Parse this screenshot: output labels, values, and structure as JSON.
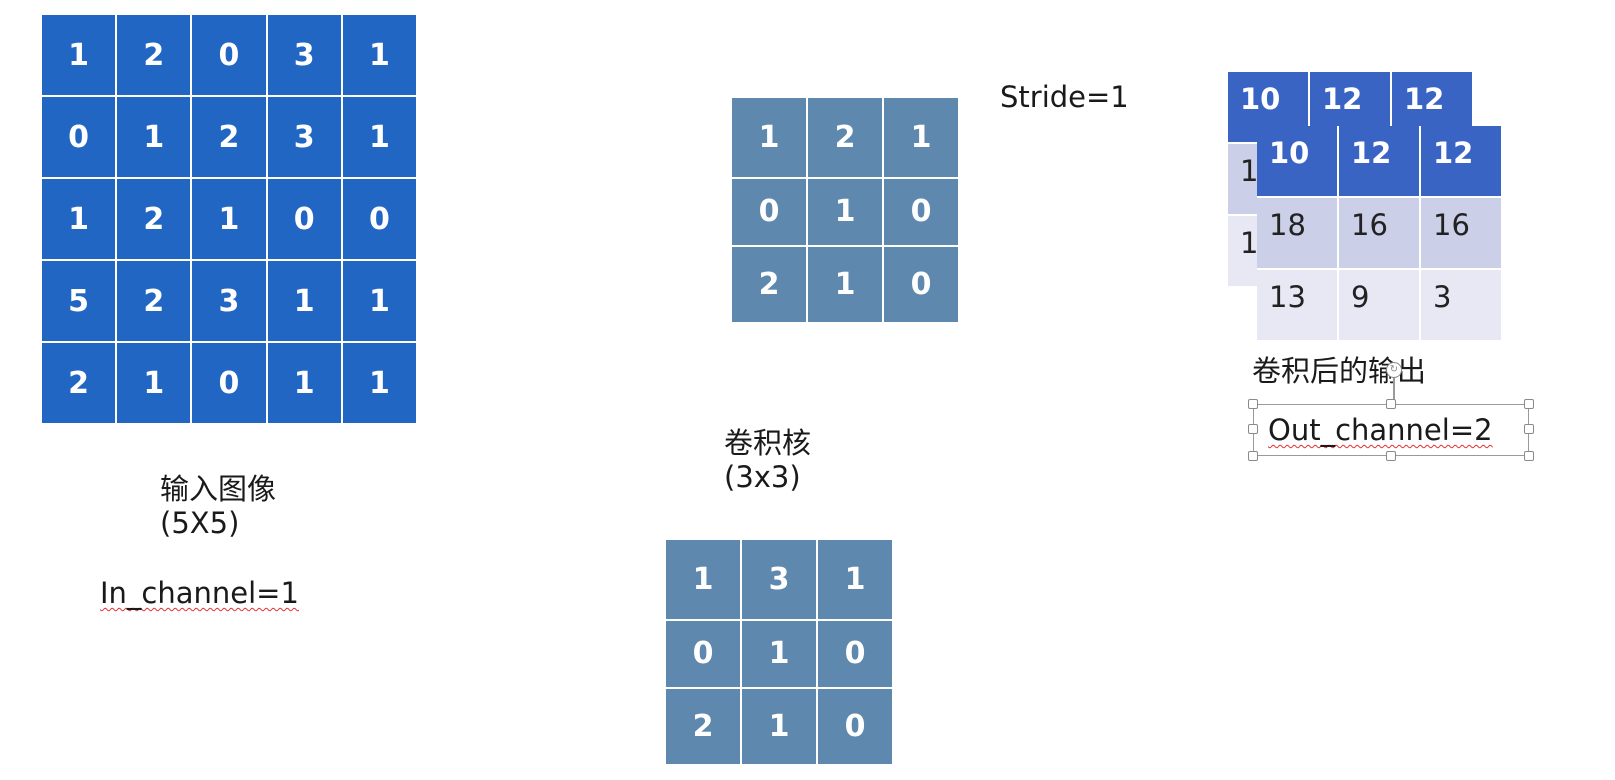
{
  "input_image": {
    "title": "输入图像",
    "size": "(5X5)",
    "channel_label": "In_channel=1",
    "values": [
      [
        "1",
        "2",
        "0",
        "3",
        "1"
      ],
      [
        "0",
        "1",
        "2",
        "3",
        "1"
      ],
      [
        "1",
        "2",
        "1",
        "0",
        "0"
      ],
      [
        "5",
        "2",
        "3",
        "1",
        "1"
      ],
      [
        "2",
        "1",
        "0",
        "1",
        "1"
      ]
    ],
    "color": "#2166c2"
  },
  "kernels": {
    "title": "卷积核",
    "size": "(3x3)",
    "color": "#5e88ad",
    "kernel_1": [
      [
        "1",
        "2",
        "1"
      ],
      [
        "0",
        "1",
        "0"
      ],
      [
        "2",
        "1",
        "0"
      ]
    ],
    "kernel_2": [
      [
        "1",
        "3",
        "1"
      ],
      [
        "0",
        "1",
        "0"
      ],
      [
        "2",
        "1",
        "0"
      ]
    ]
  },
  "stride_label": "Stride=1",
  "output": {
    "title": "卷积后的输出",
    "channel_label": "Out_channel=2",
    "back": [
      [
        "10",
        "12",
        "12"
      ],
      [
        "1",
        "",
        ""
      ],
      [
        "1",
        "",
        ""
      ]
    ],
    "front": [
      [
        "10",
        "12",
        "12"
      ],
      [
        "18",
        "16",
        "16"
      ],
      [
        "13",
        "9",
        "3"
      ]
    ],
    "header_color": "#3a64c4"
  },
  "icons": {
    "rotate_handle": "rotate-icon",
    "resize_handle": "resize-handle-icon"
  }
}
